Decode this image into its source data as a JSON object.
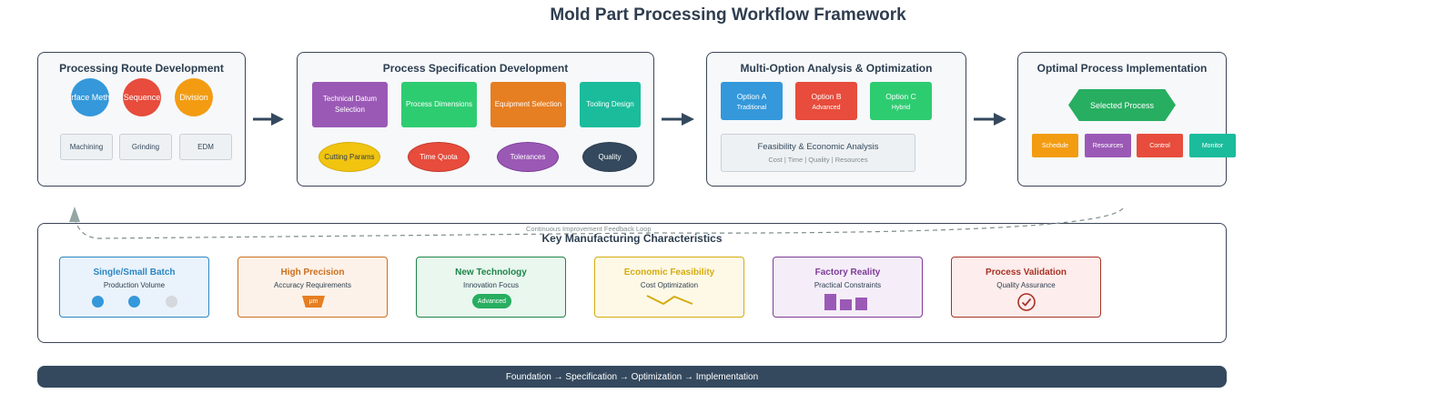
{
  "title": "Mold Part Processing Workflow Framework",
  "stage1": {
    "title": "Processing Route Development",
    "circles": [
      {
        "label": "Surface Method",
        "color": "#3498db"
      },
      {
        "label": "Sequence",
        "color": "#e74c3c"
      },
      {
        "label": "Division",
        "color": "#f39c12"
      }
    ],
    "methods": [
      "Machining",
      "Grinding",
      "EDM"
    ]
  },
  "stage2": {
    "title": "Process Specification Development",
    "boxes": [
      {
        "label": "Technical Datum Selection",
        "color": "#9b59b6"
      },
      {
        "label": "Process Dimensions",
        "color": "#2ecc71"
      },
      {
        "label": "Equipment Selection",
        "color": "#e67e22"
      },
      {
        "label": "Tooling Design",
        "color": "#1abc9c"
      }
    ],
    "ellipses": [
      {
        "label": "Cutting Params",
        "color": "#f1c40f"
      },
      {
        "label": "Time Quota",
        "color": "#e74c3c"
      },
      {
        "label": "Tolerances",
        "color": "#9b59b6"
      },
      {
        "label": "Quality",
        "color": "#34495e"
      }
    ]
  },
  "stage3": {
    "title": "Multi-Option Analysis & Optimization",
    "options": [
      {
        "label": "Option A",
        "sub": "Traditional",
        "color": "#3498db"
      },
      {
        "label": "Option B",
        "sub": "Advanced",
        "color": "#e74c3c"
      },
      {
        "label": "Option C",
        "sub": "Hybrid",
        "color": "#2ecc71"
      }
    ],
    "analysis_title": "Feasibility & Economic Analysis",
    "analysis_sub": "Cost | Time | Quality | Resources"
  },
  "stage4": {
    "title": "Optimal Process Implementation",
    "selected": "Selected Process",
    "selected_color": "#27ae60",
    "tasks": [
      {
        "label": "Schedule",
        "color": "#f39c12"
      },
      {
        "label": "Resources",
        "color": "#9b59b6"
      },
      {
        "label": "Control",
        "color": "#e74c3c"
      },
      {
        "label": "Monitor",
        "color": "#1abc9c"
      }
    ]
  },
  "feedback_label": "Continuous Improvement Feedback Loop",
  "characteristics": {
    "title": "Key Manufacturing Characteristics",
    "cards": [
      {
        "title": "Single/Small Batch",
        "sub": "Production Volume",
        "color": "#2e86c1",
        "bg": "#eaf3fb",
        "icon": "batch-dots-icon"
      },
      {
        "title": "High Precision",
        "sub": "Accuracy Requirements",
        "color": "#ca6f1e",
        "bg": "#fdf2e9",
        "icon": "micrometer-badge-icon",
        "badge": "μm"
      },
      {
        "title": "New Technology",
        "sub": "Innovation Focus",
        "color": "#1e8449",
        "bg": "#e9f7ef",
        "icon": "advanced-pill-icon",
        "badge": "Advanced"
      },
      {
        "title": "Economic Feasibility",
        "sub": "Cost Optimization",
        "color": "#d4ac0d",
        "bg": "#fef9e7",
        "icon": "zigzag-trend-icon"
      },
      {
        "title": "Factory Reality",
        "sub": "Practical Constraints",
        "color": "#7d3c98",
        "bg": "#f5eef8",
        "icon": "factory-bars-icon"
      },
      {
        "title": "Process Validation",
        "sub": "Quality Assurance",
        "color": "#a93226",
        "bg": "#fdedec",
        "icon": "check-circle-icon"
      }
    ]
  },
  "footer": "Foundation → Specification → Optimization → Implementation"
}
